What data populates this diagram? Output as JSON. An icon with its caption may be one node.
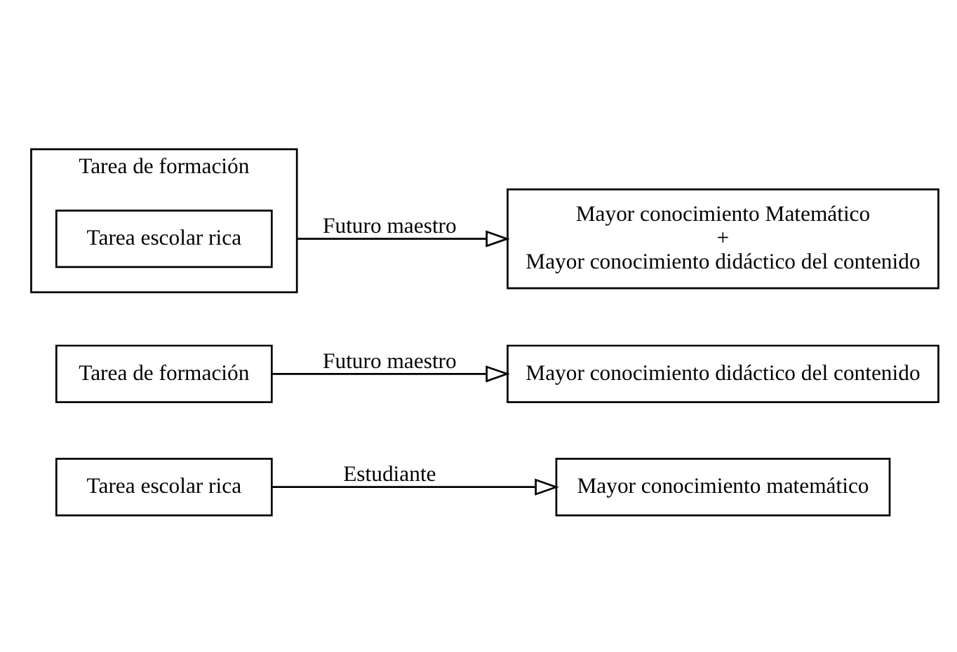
{
  "diagram": {
    "nodes": [
      {
        "text": [
          "Tarea escolar rica"
        ]
      },
      {
        "text": [
          "Mayor conocimiento matemático"
        ]
      },
      {
        "text": [
          "Tarea de formación"
        ]
      },
      {
        "text": [
          "Mayor conocimiento didáctico del contenido"
        ]
      },
      {
        "text": [
          "Tarea de formación"
        ]
      },
      {
        "text": [
          "Tarea escolar rica"
        ],
        "in": 4
      },
      {
        "text": [
          "Mayor conocimiento Matemático",
          "+",
          "Mayor conocimiento didáctico del contenido"
        ]
      }
    ],
    "edges": [
      {
        "from": 0,
        "to": 1,
        "arrow": "to",
        "label": "Estudiante"
      },
      {
        "from": 2,
        "to": 3,
        "arrow": "to",
        "label": "Futuro maestro"
      },
      {
        "from": 4,
        "to": 6,
        "arrow": "to",
        "label": "Futuro maestro"
      }
    ]
  }
}
